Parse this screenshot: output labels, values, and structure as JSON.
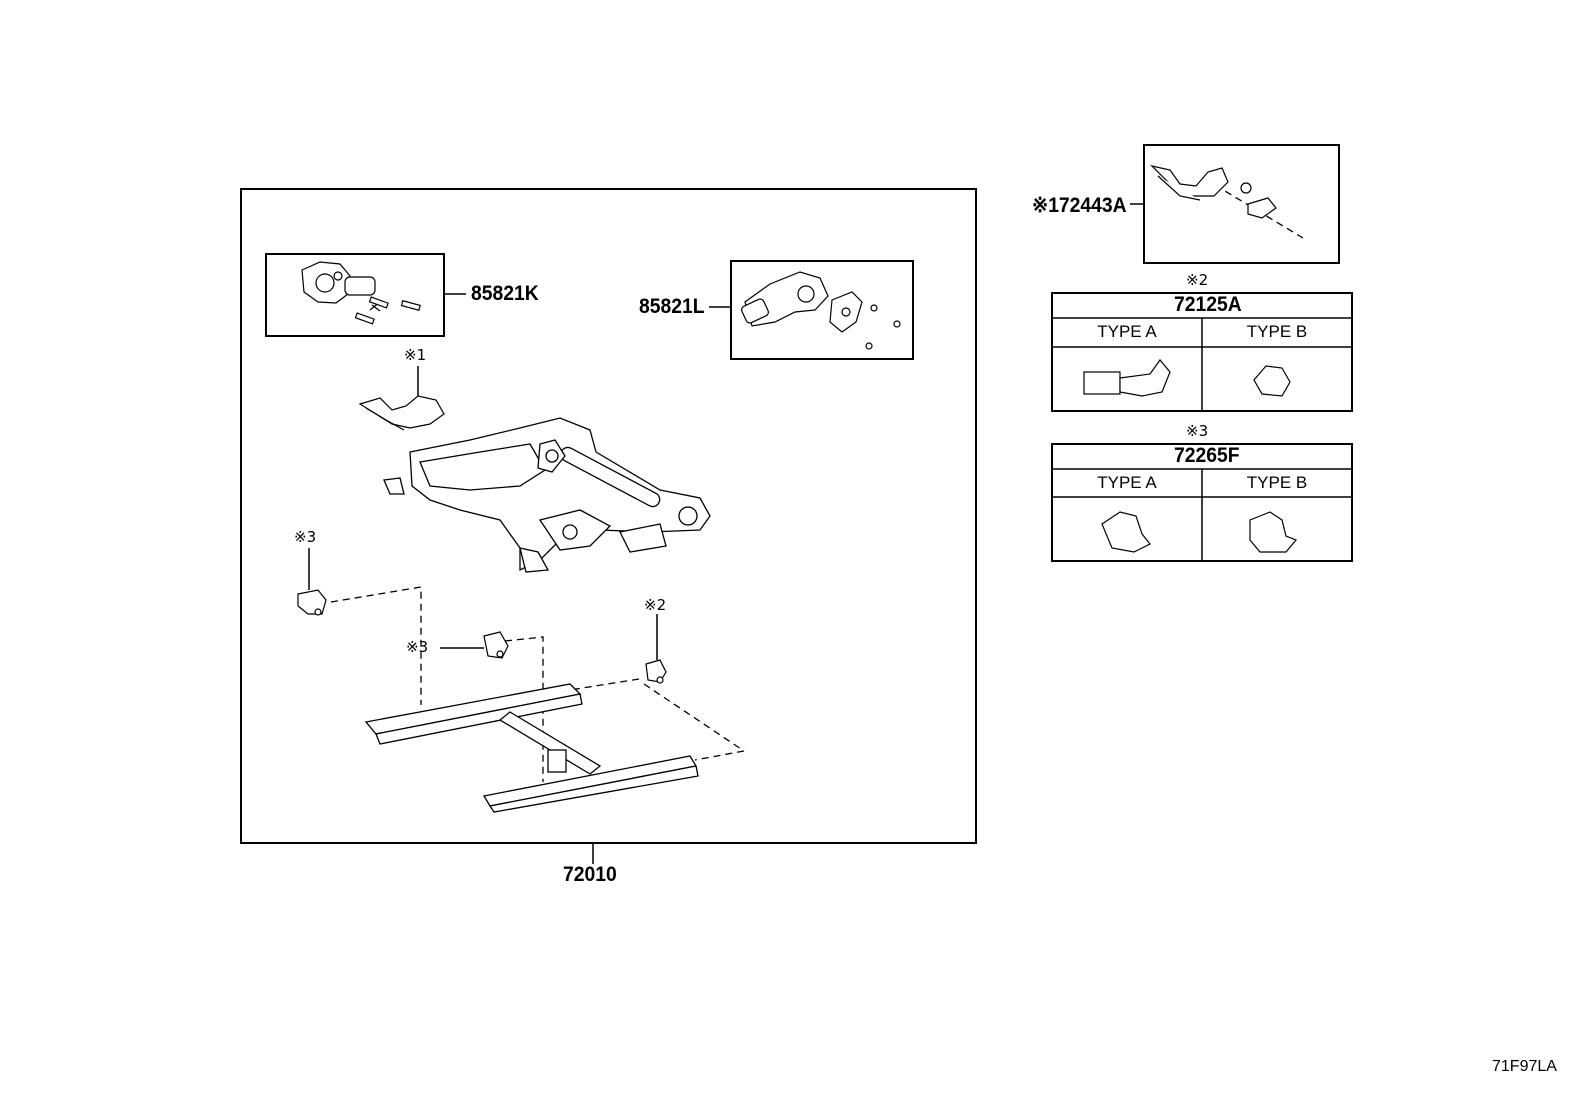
{
  "assembly": {
    "label": "72010"
  },
  "parts": {
    "motor_k": {
      "label": "85821K"
    },
    "motor_l": {
      "label": "85821L"
    },
    "note1_part": {
      "mark": "※1",
      "label": "※172443A"
    },
    "frame_note1": {
      "mark": "※1"
    },
    "cover_left_note": {
      "mark": "※3"
    },
    "cover_center_note": {
      "mark": "※3"
    },
    "cover_right_note": {
      "mark": "※2"
    }
  },
  "tables": [
    {
      "mark": "※2",
      "part": "72125A",
      "col_a": "TYPE A",
      "col_b": "TYPE B"
    },
    {
      "mark": "※3",
      "part": "72265F",
      "col_a": "TYPE A",
      "col_b": "TYPE B"
    }
  ],
  "illustration_code": "71F97LA"
}
